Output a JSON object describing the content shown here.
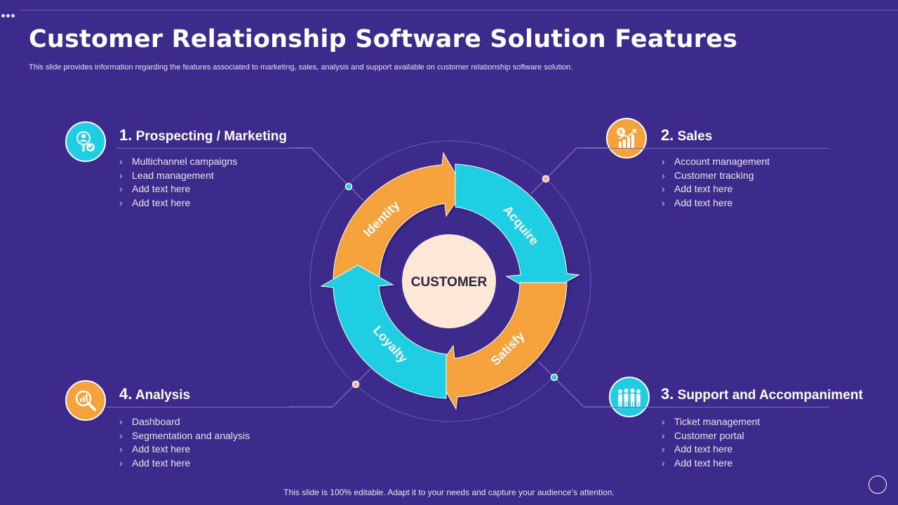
{
  "slide": {
    "title": "Customer Relationship Software Solution Features",
    "subtitle": "This slide provides information regarding the features associated to marketing, sales, analysis and support available on customer relationship software solution.",
    "footer": "This slide is 100% editable. Adapt it to your needs and capture your audience’s attention."
  },
  "diagram": {
    "center": "CUSTOMER",
    "segments": [
      "Identity",
      "Acquire",
      "Satisfy",
      "Loyalty"
    ],
    "colors": {
      "cyan": "#1ecfe4",
      "orange": "#f6a23c",
      "center": "#fde8d8",
      "background": "#3e2a8c"
    }
  },
  "features": {
    "prospecting": {
      "number": "1.",
      "title": "Prospecting / Marketing",
      "icon": "user-check-icon",
      "items": [
        "Multichannel campaigns",
        "Lead management",
        "Add text here",
        "Add text here"
      ]
    },
    "sales": {
      "number": "2.",
      "title": "Sales",
      "icon": "sales-growth-icon",
      "items": [
        "Account management",
        "Customer tracking",
        "Add text here",
        "Add text here"
      ]
    },
    "support": {
      "number": "3.",
      "title": "Support and Accompaniment",
      "icon": "team-icon",
      "items": [
        "Ticket management",
        "Customer portal",
        "Add text here",
        "Add text here"
      ]
    },
    "analysis": {
      "number": "4.",
      "title": "Analysis",
      "icon": "analysis-magnifier-icon",
      "items": [
        "Dashboard",
        "Segmentation and analysis",
        "Add text here",
        "Add text here"
      ]
    }
  }
}
